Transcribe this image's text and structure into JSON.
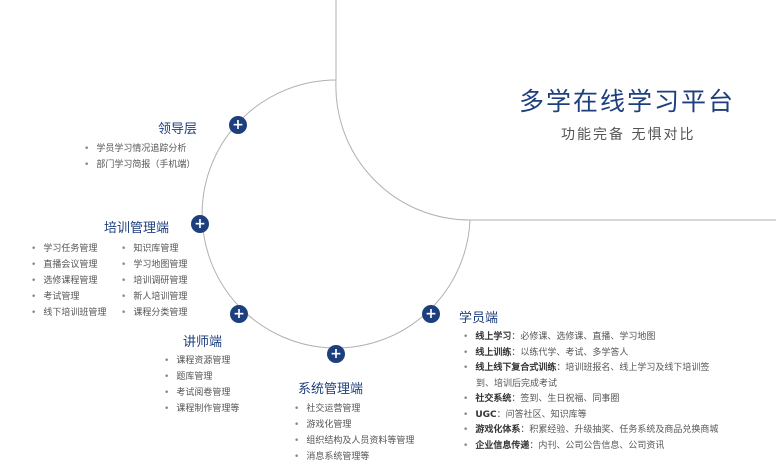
{
  "title": "多学在线学习平台",
  "subtitle": "功能完备 无惧对比",
  "accent_color": "#1e3f7d",
  "nodes": {
    "leadership": {
      "heading": "领导层",
      "icon": "plus-icon",
      "items": [
        "学员学习情况追踪分析",
        "部门学习简报（手机端）"
      ]
    },
    "training_mgmt": {
      "heading": "培训管理端",
      "icon": "plus-icon",
      "col1": [
        "学习任务管理",
        "直播会议管理",
        "选修课程管理",
        "考试管理",
        "线下培训班管理"
      ],
      "col2": [
        "知识库管理",
        "学习地图管理",
        "培训调研管理",
        "新人培训管理",
        "课程分类管理"
      ]
    },
    "lecturer": {
      "heading": "讲师端",
      "icon": "plus-icon",
      "items": [
        "课程资源管理",
        "题库管理",
        "考试阅卷管理",
        "课程制作管理等"
      ]
    },
    "system_mgmt": {
      "heading": "系统管理端",
      "icon": "plus-icon",
      "items": [
        "社交运营管理",
        "游戏化管理",
        "组织结构及人员资料等管理",
        "消息系统管理等"
      ]
    },
    "student": {
      "heading": "学员端",
      "icon": "plus-icon",
      "items": [
        {
          "label": "线上学习",
          "text": "：必修课、选修课、直播、学习地图"
        },
        {
          "label": "线上训练",
          "text": "：以练代学、考试、多学答人"
        },
        {
          "label": "线上线下复合式训练",
          "text": "：培训班报名、线上学习及线下培训签",
          "text2": "到、培训后完成考试"
        },
        {
          "label": "社交系统",
          "text": "：签到、生日祝福、同事圈"
        },
        {
          "label": "UGC",
          "text": "：问答社区、知识库等"
        },
        {
          "label": "游戏化体系",
          "text": "：积累经验、升级抽奖、任务系统及商品兑换商城"
        },
        {
          "label": "企业信息传递",
          "text": "：内刊、公司公告信息、公司资讯"
        }
      ]
    }
  }
}
